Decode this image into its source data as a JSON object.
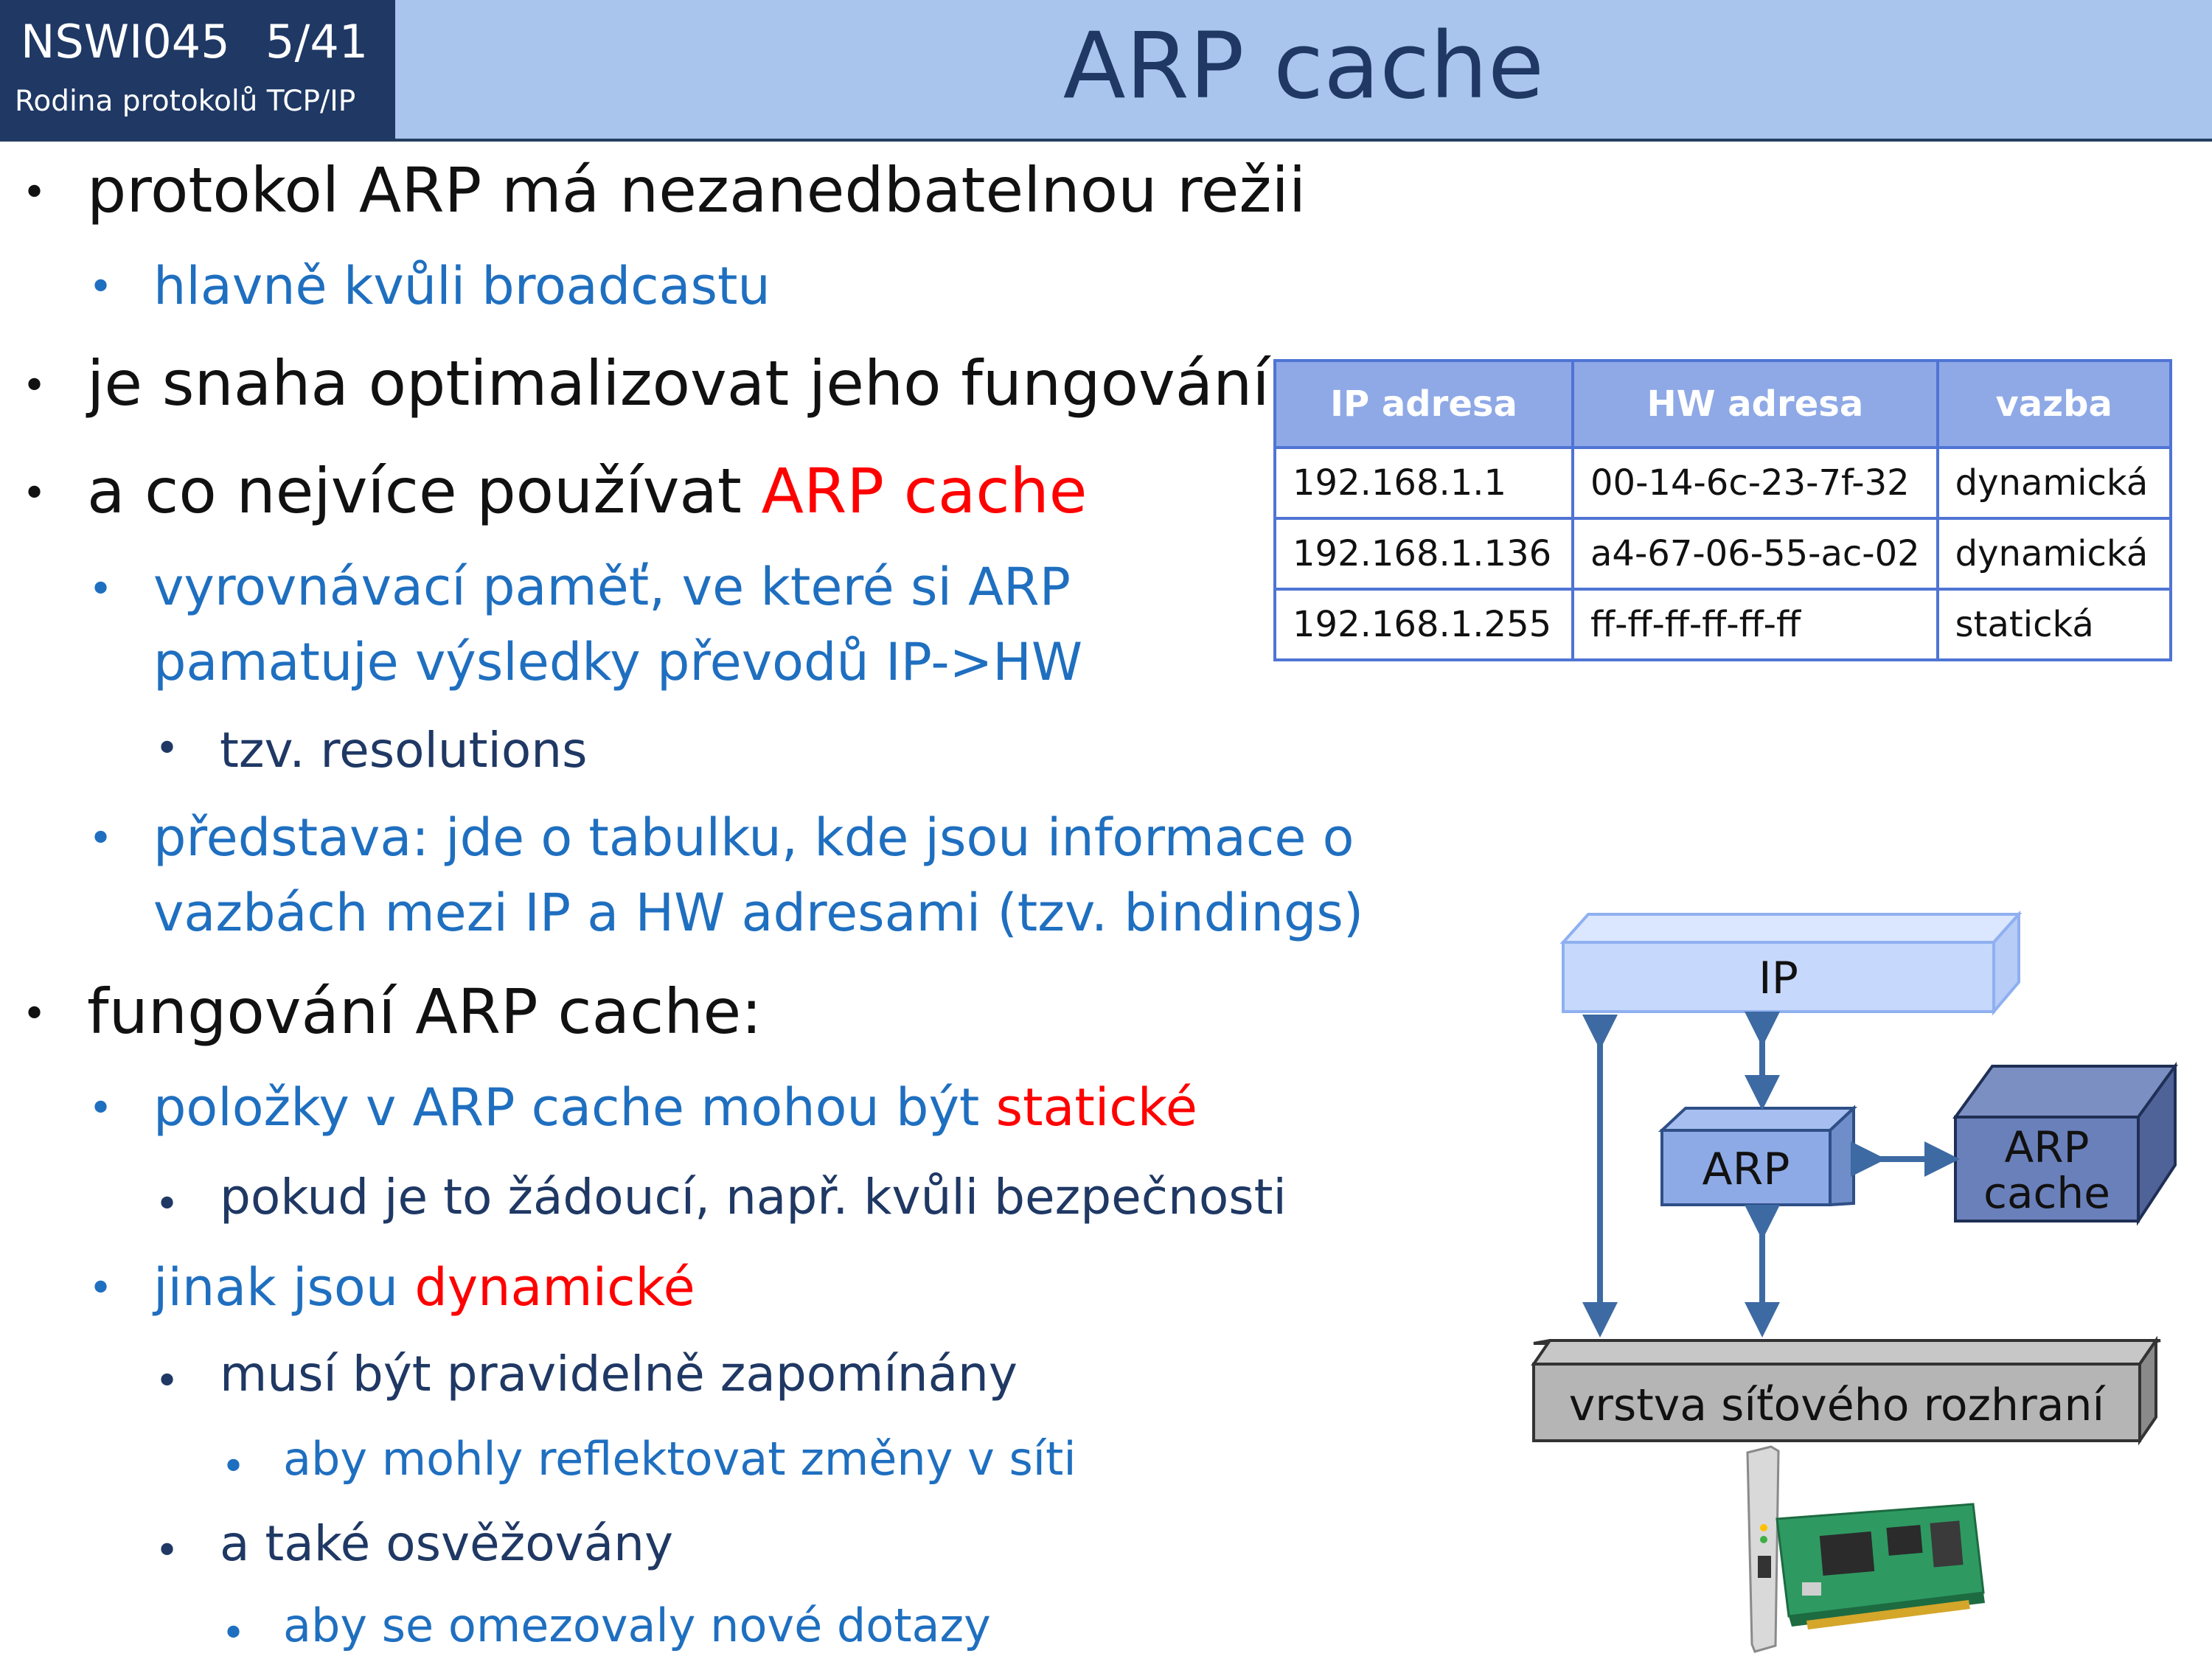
{
  "header": {
    "course_code": "NSWI045",
    "page": "5/41",
    "course_subtitle": "Rodina protokolů TCP/IP",
    "title": "ARP cache"
  },
  "content": {
    "b1": "protokol ARP má nezanedbatelnou režii",
    "b1_1": "hlavně kvůli broadcastu",
    "b2": "je snaha optimalizovat jeho fungování",
    "b3_prefix": "a co nejvíce používat ",
    "b3_highlight": "ARP cache",
    "b3_1_line1": "vyrovnávací paměť, ve které si ARP",
    "b3_1_line2": "pamatuje výsledky převodů IP->HW",
    "b3_1_1": "tzv. resolutions",
    "b3_2_line1": "představa: jde o tabulku, kde jsou informace o",
    "b3_2_line2": "vazbách mezi IP a HW adresami (tzv. bindings)",
    "b4": "fungování ARP cache:",
    "b4_1_prefix": "položky v ARP cache mohou být ",
    "b4_1_highlight": "statické",
    "b4_1_1": "pokud je to žádoucí, např. kvůli bezpečnosti",
    "b4_2_prefix": "jinak jsou ",
    "b4_2_highlight": "dynamické",
    "b4_2_1": "musí být pravidelně zapomínány",
    "b4_2_1_1": "aby mohly reflektovat změny v síti",
    "b4_2_2": "a také osvěžovány",
    "b4_2_2_1": "aby se omezovaly nové dotazy"
  },
  "table": {
    "headers": [
      "IP adresa",
      "HW adresa",
      "vazba"
    ],
    "rows": [
      [
        "192.168.1.1",
        "00-14-6c-23-7f-32",
        "dynamická"
      ],
      [
        "192.168.1.136",
        "a4-67-06-55-ac-02",
        "dynamická"
      ],
      [
        "192.168.1.255",
        "ff-ff-ff-ff-ff-ff",
        "statická"
      ]
    ]
  },
  "diagram": {
    "ip_label": "IP",
    "arp_label": "ARP",
    "cache_line1": "ARP",
    "cache_line2": "cache",
    "iface_label": "vrstva síťového rozhraní"
  },
  "colors": {
    "accent_red": "#ff0000",
    "sub_blue": "#1f6fc0",
    "navy": "#1f3864",
    "header_bg": "#a9c5ee",
    "table_header": "#8fa9e6",
    "table_border": "#4f74d4"
  }
}
